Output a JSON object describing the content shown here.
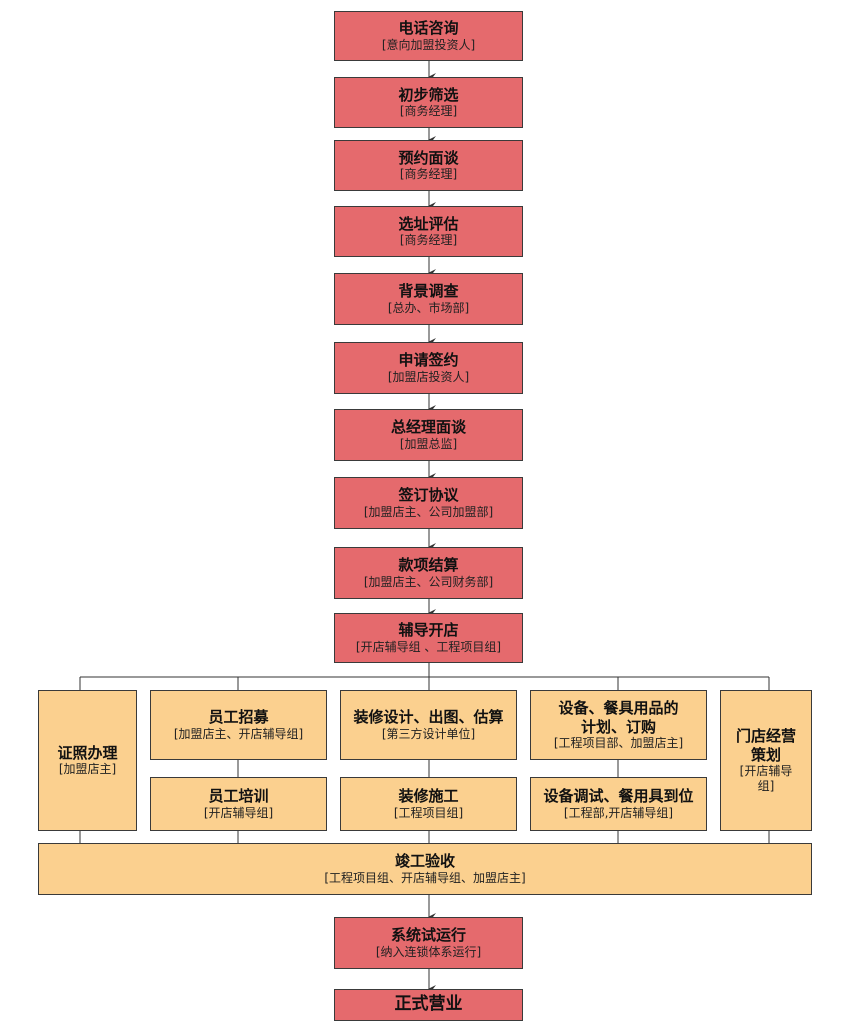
{
  "steps": [
    {
      "title": "电话咨询",
      "sub": "[意向加盟投资人]"
    },
    {
      "title": "初步筛选",
      "sub": "[商务经理]"
    },
    {
      "title": "预约面谈",
      "sub": "[商务经理]"
    },
    {
      "title": "选址评估",
      "sub": "[商务经理]"
    },
    {
      "title": "背景调查",
      "sub": "[总办、市场部]"
    },
    {
      "title": "申请签约",
      "sub": "[加盟店投资人]"
    },
    {
      "title": "总经理面谈",
      "sub": "[加盟总监]"
    },
    {
      "title": "签订协议",
      "sub": "[加盟店主、公司加盟部]"
    },
    {
      "title": "款项结算",
      "sub": "[加盟店主、公司财务部]"
    },
    {
      "title": "辅导开店",
      "sub": "[开店辅导组 、工程项目组]"
    }
  ],
  "parallel": {
    "license": {
      "title": "证照办理",
      "sub": "[加盟店主]"
    },
    "recruit": {
      "title": "员工招募",
      "sub": "[加盟店主、开店辅导组]"
    },
    "design": {
      "title": "装修设计、出图、估算",
      "sub": "[第三方设计单位]"
    },
    "equip_plan": {
      "title1": "设备、餐具用品的",
      "title2": "计划、订购",
      "sub": "[工程项目部、加盟店主]"
    },
    "store_plan": {
      "title1": "门店经营",
      "title2": "策划",
      "sub1": "[开店辅导",
      "sub2": "组]"
    },
    "training": {
      "title": "员工培训",
      "sub": "[开店辅导组]"
    },
    "construction": {
      "title": "装修施工",
      "sub": "[工程项目组]"
    },
    "equip_test": {
      "title": "设备调试、餐用具到位",
      "sub": "[工程部,开店辅导组]"
    }
  },
  "acceptance": {
    "title": "竣工验收",
    "sub": "[工程项目组、开店辅导组、加盟店主]"
  },
  "trial": {
    "title": "系统试运行",
    "sub": "[纳入连锁体系运行]"
  },
  "final": {
    "title": "正式营业"
  },
  "colors": {
    "step_fill": "#e56a6d",
    "parallel_fill": "#fbd08f",
    "line": "#333333"
  }
}
